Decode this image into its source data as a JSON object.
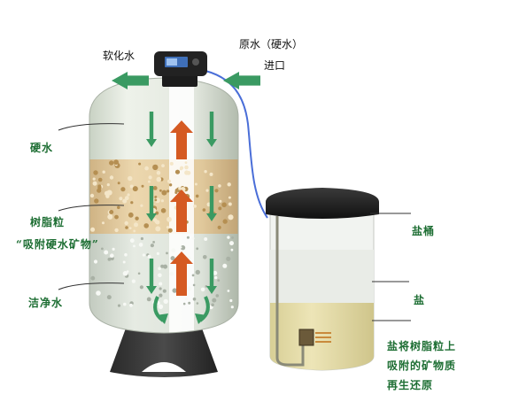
{
  "labels": {
    "softened_water": "软化水",
    "raw_water": "原水（硬水）",
    "inlet": "进口",
    "hard_water": "硬水",
    "resin": "树脂粒",
    "adsorb": "“吸附硬水矿物”",
    "clean_water": "洁净水",
    "salt_tank": "盐桶",
    "salt": "盐",
    "regen_line1": "盐将树脂粒上",
    "regen_line2": "吸附的矿物质",
    "regen_line3": "再生还原"
  },
  "colors": {
    "flow_arrow_green": "#3a9a62",
    "up_arrow_orange": "#d55a22",
    "resin_tan": "#d9bd8e",
    "salt_liquid": "#e2d9a3",
    "hose_blue": "#4a6ed8"
  }
}
